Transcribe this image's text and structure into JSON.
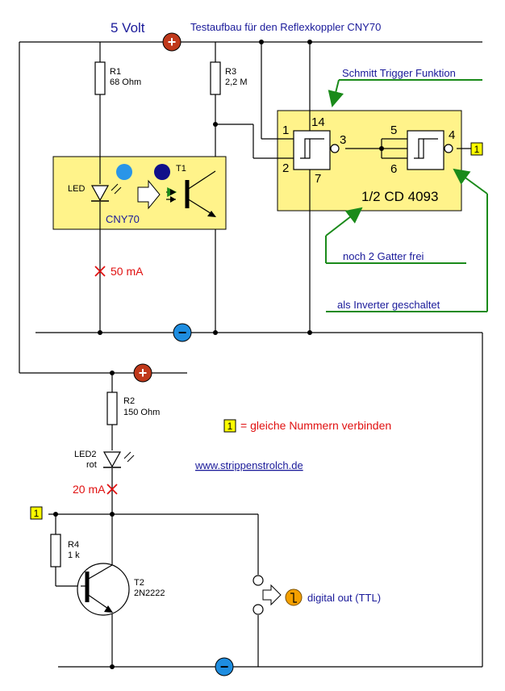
{
  "header": {
    "voltage": "5 Volt",
    "title": "Testaufbau für den Reflexkoppler CNY70"
  },
  "rails": {
    "plus_symbol": "+",
    "minus_symbol": "−"
  },
  "components": {
    "r1": {
      "name": "R1",
      "value": "68 Ohm"
    },
    "r3": {
      "name": "R3",
      "value": "2,2 M"
    },
    "r2": {
      "name": "R2",
      "value": "150 Ohm"
    },
    "r4": {
      "name": "R4",
      "value": "1 k"
    },
    "led": {
      "name": "LED"
    },
    "led2": {
      "name": "LED2",
      "color": "rot"
    },
    "t1": {
      "name": "T1"
    },
    "t2": {
      "name": "T2",
      "type": "2N2222"
    },
    "cny70": {
      "name": "CNY70"
    },
    "ic": {
      "name": "1/2 CD 4093"
    }
  },
  "pins": {
    "p14": "14",
    "p1": "1",
    "p2": "2",
    "p3": "3",
    "p7": "7",
    "p5": "5",
    "p6": "6",
    "p4": "4"
  },
  "connectors": {
    "label": "1"
  },
  "annotations": {
    "schmitt": "Schmitt Trigger Funktion",
    "gates_free": "noch 2 Gatter frei",
    "inverter": "als Inverter geschaltet",
    "current1": "50 mA",
    "current2": "20 mA",
    "connect_note": "= gleiche Nummern verbinden",
    "website": "www.strippenstrolch.de",
    "digital_out": "digital out  (TTL)",
    "out_symbol": "⎍"
  },
  "colors": {
    "box_fill": "#fff38a",
    "plus_fill": "#c0391b",
    "minus_fill": "#1e8de0",
    "arrow_green": "#1a8a1a",
    "text_blue": "#1a1a9a",
    "text_red": "#e01010",
    "out_orange": "#f4a000",
    "led_light": "#2a95e8",
    "led_dark": "#10108a"
  }
}
